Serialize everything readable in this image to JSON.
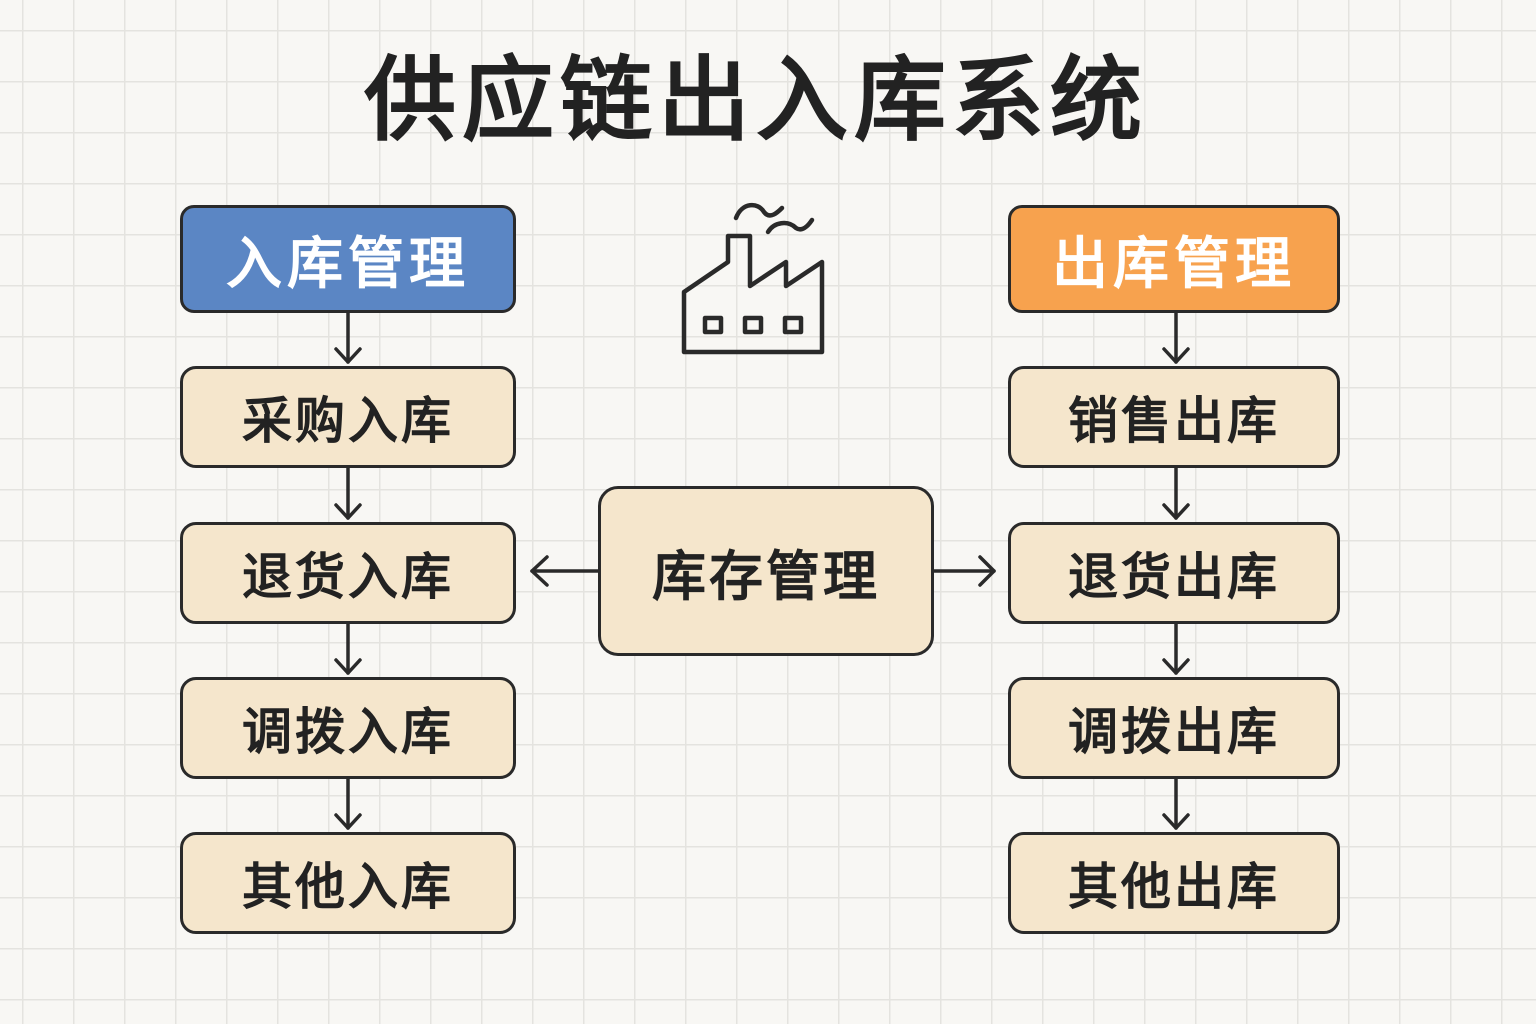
{
  "title": "供应链出入库系统",
  "inbound": {
    "header": "入库管理",
    "header_color": "#5b86c4",
    "steps": [
      "采购入库",
      "退货入库",
      "调拨入库",
      "其他入库"
    ]
  },
  "center": {
    "label": "库存管理",
    "icon": "factory-icon"
  },
  "outbound": {
    "header": "出库管理",
    "header_color": "#f7a24e",
    "steps": [
      "销售出库",
      "退货出库",
      "调拨出库",
      "其他出库"
    ]
  },
  "colors": {
    "box_fill": "#f5e6cc",
    "stroke": "#2a2a2a",
    "background": "#f8f7f4"
  }
}
